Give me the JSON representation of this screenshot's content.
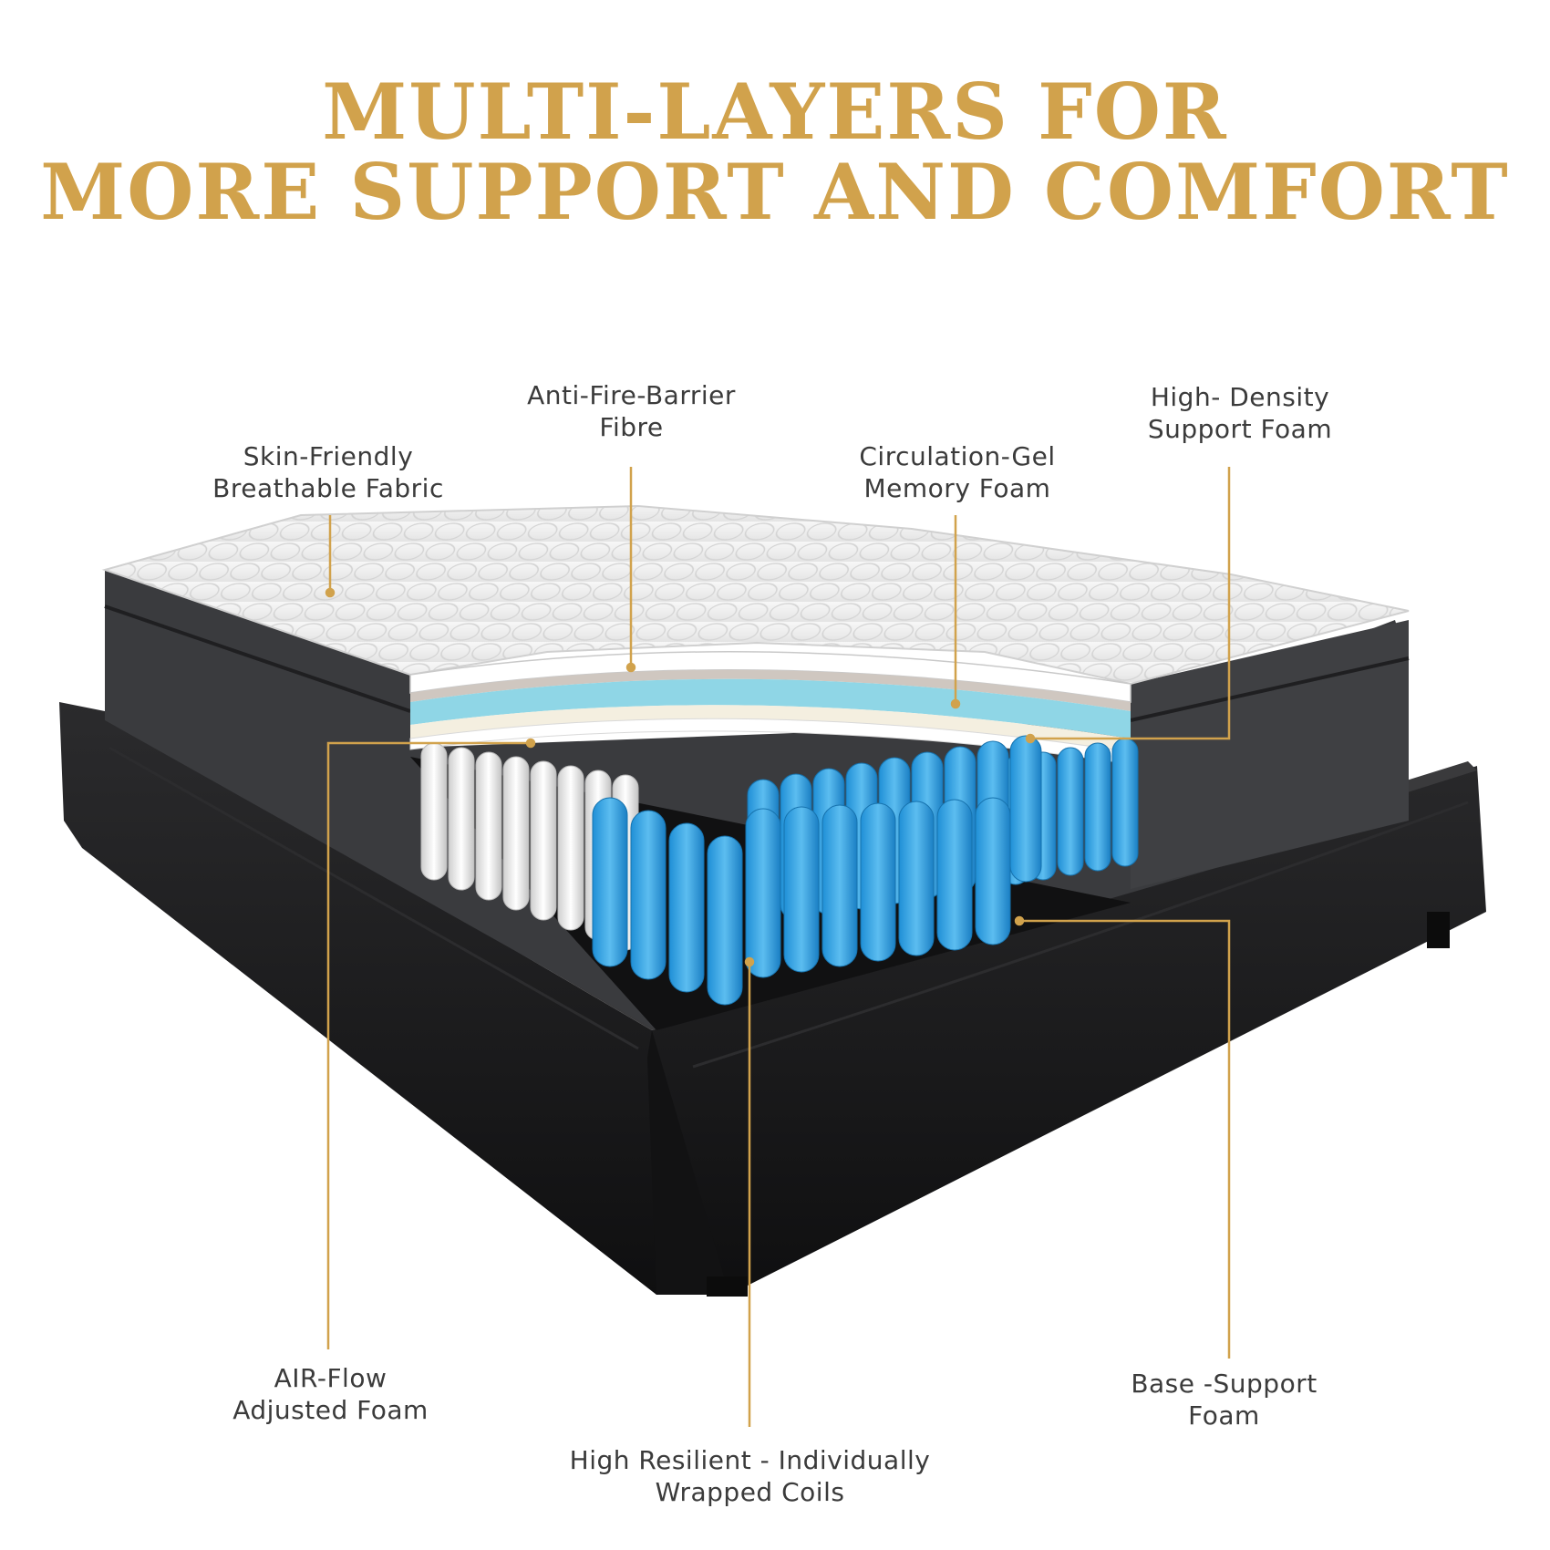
{
  "headline": {
    "line1": "MULTI-LAYERS FOR",
    "line2": "MORE SUPPORT AND COMFORT"
  },
  "labels": {
    "fabric": {
      "line1": "Skin-Friendly",
      "line2": "Breathable Fabric"
    },
    "fire": {
      "line1": "Anti-Fire-Barrier",
      "line2": "Fibre"
    },
    "gel": {
      "line1": "Circulation-Gel",
      "line2": "Memory Foam"
    },
    "density": {
      "line1": "High- Density",
      "line2": "Support Foam"
    },
    "airflow": {
      "line1": "AIR-Flow",
      "line2": "Adjusted Foam"
    },
    "coils": {
      "line1": "High Resilient - Individually",
      "line2": "Wrapped Coils"
    },
    "base": {
      "line1": "Base -Support",
      "line2": "Foam"
    }
  },
  "colors": {
    "gold": "#d1a24c",
    "coil_blue": "#3aa6e3",
    "gel_blue": "#8fd6e6",
    "frame_black": "#1c1c1e",
    "mattress_gray": "#3a3b3e"
  }
}
